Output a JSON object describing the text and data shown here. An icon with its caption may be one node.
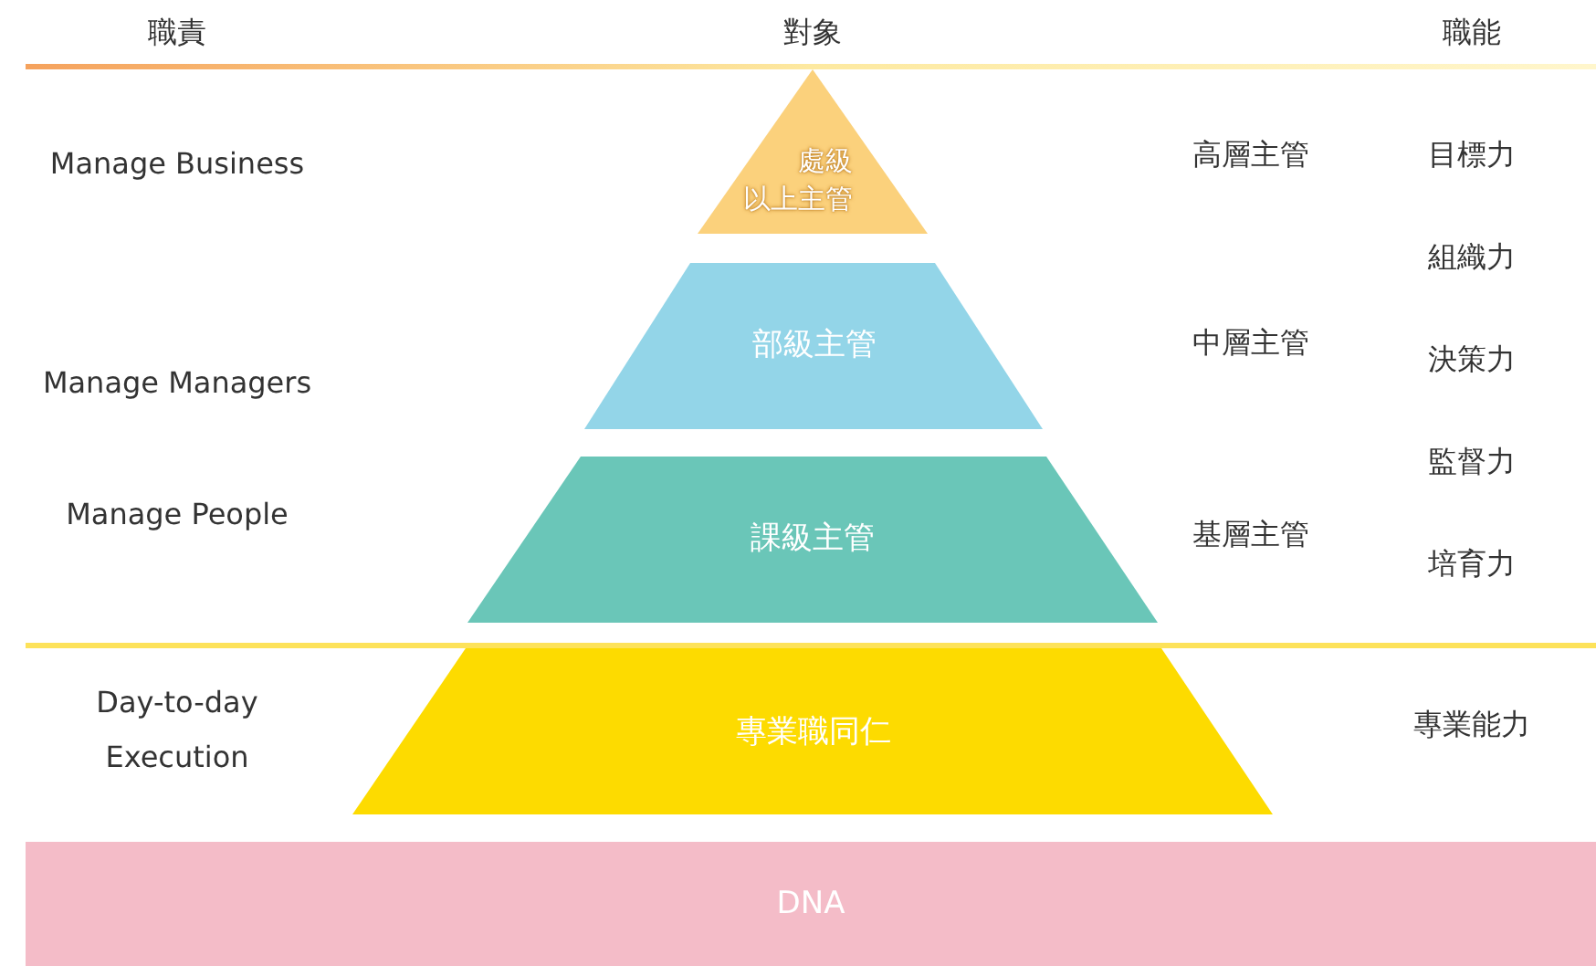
{
  "diagram": {
    "nodes": [
      {
        "text": [
          "處級以上主管"
        ]
      },
      {
        "text": [
          "部級主管"
        ]
      },
      {
        "text": [
          "課級主管"
        ]
      },
      {
        "text": [
          "專業職同仁"
        ]
      },
      {
        "text": [
          "DNA"
        ]
      }
    ],
    "labels": [
      "職責",
      "對象",
      "職能",
      "Manage Business",
      "高層主管",
      "目標力",
      "組織力",
      "中層主管",
      "決策力",
      "Manage Managers",
      "監督力",
      "Manage People",
      "基層主管",
      "培育力",
      "Day-to-day Execution",
      "專業能力"
    ]
  }
}
